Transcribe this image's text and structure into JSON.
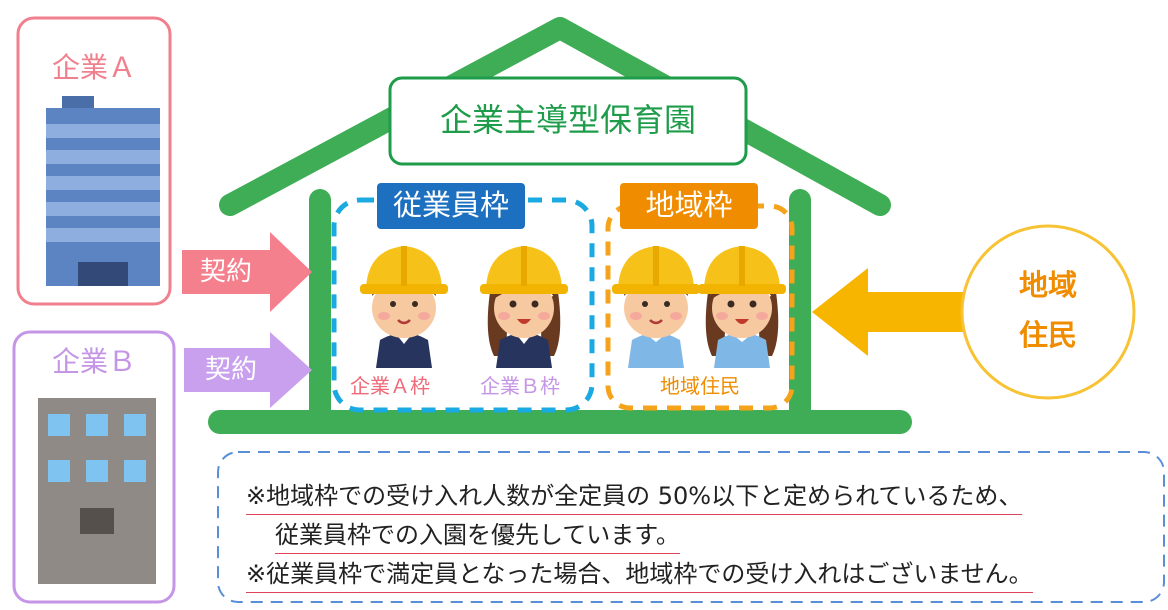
{
  "title": "企業主導型保育園",
  "company_a": {
    "label": "企業Ａ",
    "contract": "契約"
  },
  "company_b": {
    "label": "企業Ｂ",
    "contract": "契約"
  },
  "employee_quota": {
    "label": "従業員枠",
    "child_a": "企業Ａ枠",
    "child_b": "企業Ｂ枠"
  },
  "regional_quota": {
    "label": "地域枠",
    "sub": "地域住民"
  },
  "residents": {
    "line1": "地域",
    "line2": "住民"
  },
  "notes": {
    "line1": "※地域枠での受け入れ人数が全定員の 50%以下と定められているため、",
    "line2": "従業員枠での入園を優先しています。",
    "line3": "※従業員枠で満定員となった場合、地域枠での受け入れはございません。"
  },
  "colors": {
    "house": "#3fad55",
    "company_a": "#f0808e",
    "company_b": "#c595e6",
    "employee_quota": "#1aa9e1",
    "employee_badge": "#1d6fc0",
    "regional_quota": "#f5a31a",
    "regional_badge": "#f08c00",
    "resident_circle": "#f7c233",
    "resident_arrow": "#f7b500",
    "note_border": "#5a8fd8"
  }
}
